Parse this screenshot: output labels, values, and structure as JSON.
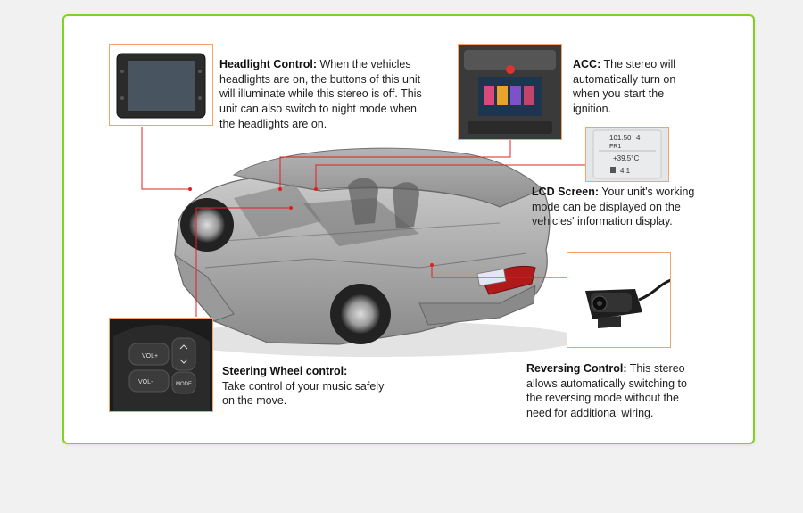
{
  "features": {
    "headlight": {
      "title": "Headlight Control:",
      "description": "When the vehicles headlights are on, the buttons of this unit will illuminate while this stereo is off. This unit can also switch to night mode when the headlights are on."
    },
    "acc": {
      "title": "ACC:",
      "description": "The stereo will automatically turn on when you start the ignition."
    },
    "lcd": {
      "title": "LCD Screen:",
      "description": "Your unit's working mode can be displayed on the vehicles' information display.",
      "display": {
        "line1": "101.50",
        "line1_suffix": "4",
        "line2": "FR1",
        "temperature": "+39.5°C",
        "fuel": "4.1"
      }
    },
    "steering": {
      "title": "Steering Wheel control:",
      "description": "Take control of your music safely on the move.",
      "buttons": [
        "VOL+",
        "VOL-",
        "MODE"
      ]
    },
    "reversing": {
      "title": "Reversing Control:",
      "description": "This stereo allows automatically switching to the reversing mode without the need for additional wiring."
    }
  },
  "colors": {
    "panel_border": "#7ed321",
    "thumb_border": "#f2a46a",
    "callout_line": "#e02020"
  },
  "icons": [
    "head-unit-image",
    "dashboard-image",
    "lcd-display-image",
    "steering-controls-image",
    "reversing-camera-image",
    "car-image"
  ]
}
